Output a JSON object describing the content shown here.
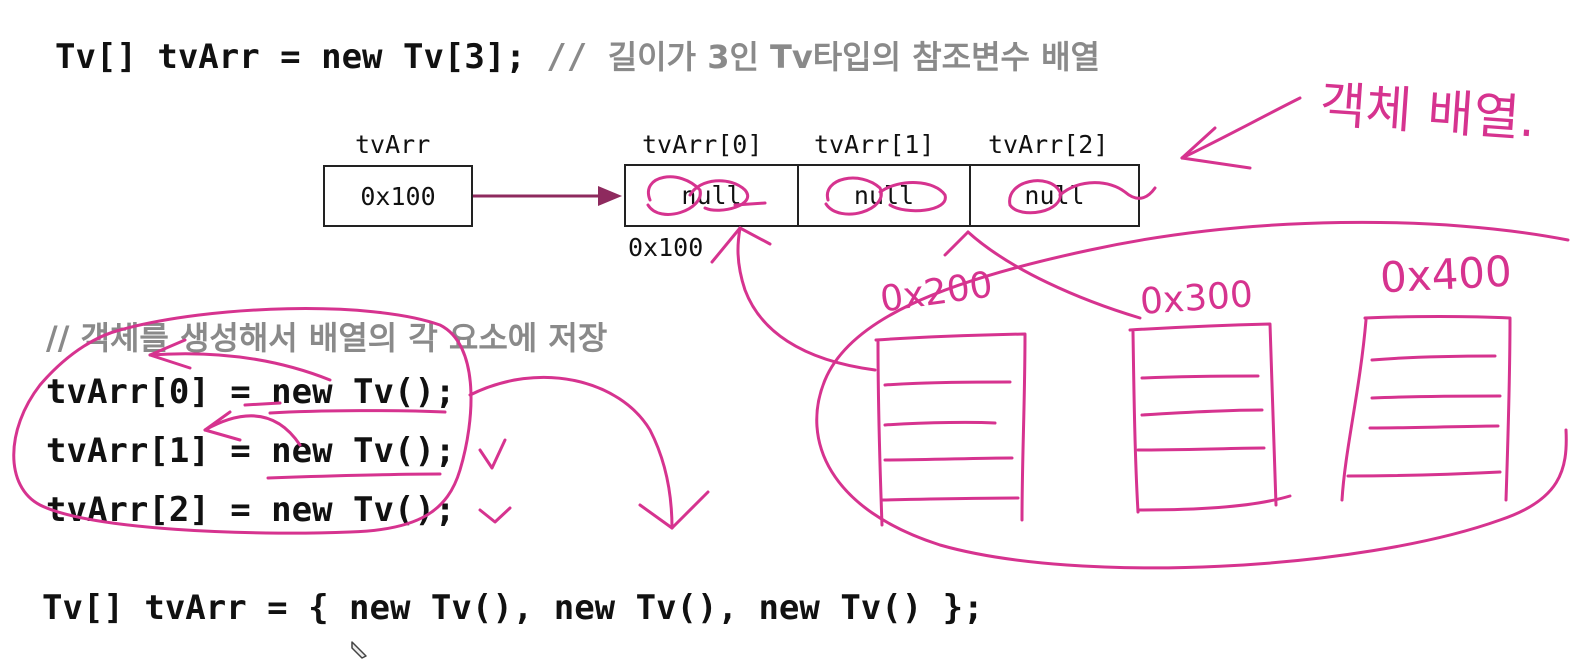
{
  "line1": {
    "code": "Tv[] tvArr = new Tv[3];",
    "comment_slashes": "//",
    "comment_text": "길이가 3인 Tv타입의 참조변수 배열"
  },
  "diagram": {
    "var_label": "tvArr",
    "var_value": "0x100",
    "array_labels": [
      "tvArr[0]",
      "tvArr[1]",
      "tvArr[2]"
    ],
    "array_values": [
      "null",
      "null",
      "null"
    ],
    "array_address": "0x100"
  },
  "comment2": "//  객체를 생성해서 배열의 각 요소에 저장",
  "assign_lines": [
    "tvArr[0] = new Tv();",
    "tvArr[1] = new Tv();",
    "tvArr[2] = new Tv();"
  ],
  "init_line": "Tv[] tvArr = { new Tv(), new Tv(), new Tv() };",
  "handwriting": {
    "note": "객체 배열.",
    "addresses": [
      "0x200",
      "0x300",
      "0x400"
    ]
  },
  "colors": {
    "ink": "#d6338f",
    "arrow": "#8e2a5e",
    "comment": "#8a8a8a"
  }
}
